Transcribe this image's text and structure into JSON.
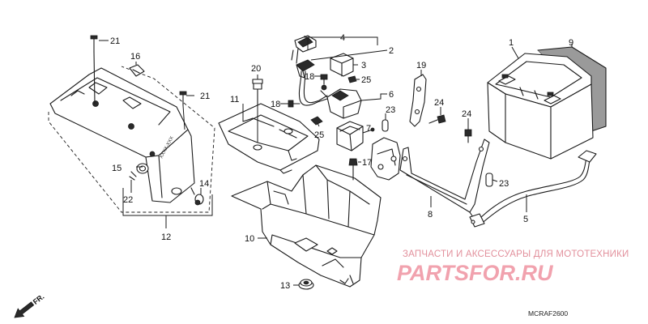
{
  "labels": {
    "n1": "1",
    "n2": "2",
    "n3": "3",
    "n4": "4",
    "n5": "5",
    "n6": "6",
    "n7": "7",
    "n8": "8",
    "n9": "9",
    "n10": "10",
    "n11": "11",
    "n12": "12",
    "n13": "13",
    "n14": "14",
    "n15": "15",
    "n16": "16",
    "n17": "17",
    "n18a": "18",
    "n18b": "18",
    "n19": "19",
    "n20": "20",
    "n21a": "21",
    "n21b": "21",
    "n22": "22",
    "n23a": "23",
    "n23b": "23",
    "n24a": "24",
    "n24b": "24",
    "n25a": "25",
    "n25b": "25"
  },
  "cover_marking": "XXXX-XXX",
  "direction_indicator": "FR.",
  "watermark": {
    "tagline": "ЗАПЧАСТИ И АКСЕССУАРЫ ДЛЯ МОТОТЕХНИКИ",
    "logo": "PARTSFOR.RU"
  },
  "diagram_code": "MCRAF2600",
  "colors": {
    "line": "#1a1a1a",
    "watermark": "#ee8c9a"
  }
}
